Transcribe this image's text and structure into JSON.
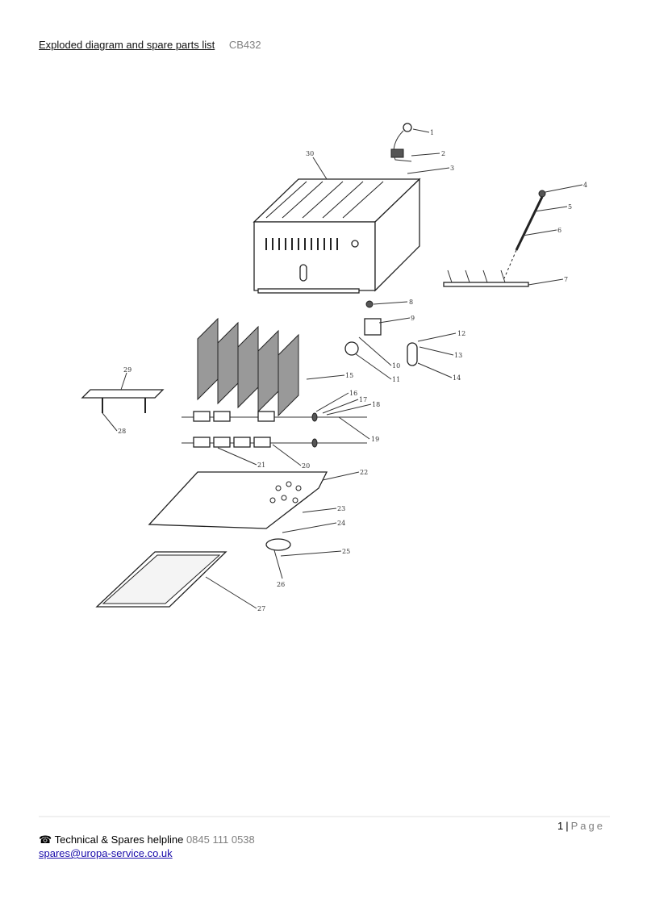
{
  "header": {
    "title": "Exploded diagram and spare parts list",
    "model": "CB432"
  },
  "diagram": {
    "description": "Exploded diagram of toaster CB432",
    "part_labels": [
      "1",
      "2",
      "3",
      "4",
      "5",
      "6",
      "7",
      "8",
      "9",
      "10",
      "11",
      "12",
      "13",
      "14",
      "15",
      "16",
      "17",
      "18",
      "19",
      "20",
      "21",
      "22",
      "23",
      "24",
      "25",
      "26",
      "27",
      "28",
      "29",
      "30"
    ]
  },
  "footer": {
    "page_number": "1",
    "page_separator": "|",
    "page_word": "Page",
    "phone_icon": "☎",
    "helpline_label": "Technical & Spares helpline",
    "helpline_number": "0845 111 0538",
    "email": "spares@uropa-service.co.uk"
  }
}
